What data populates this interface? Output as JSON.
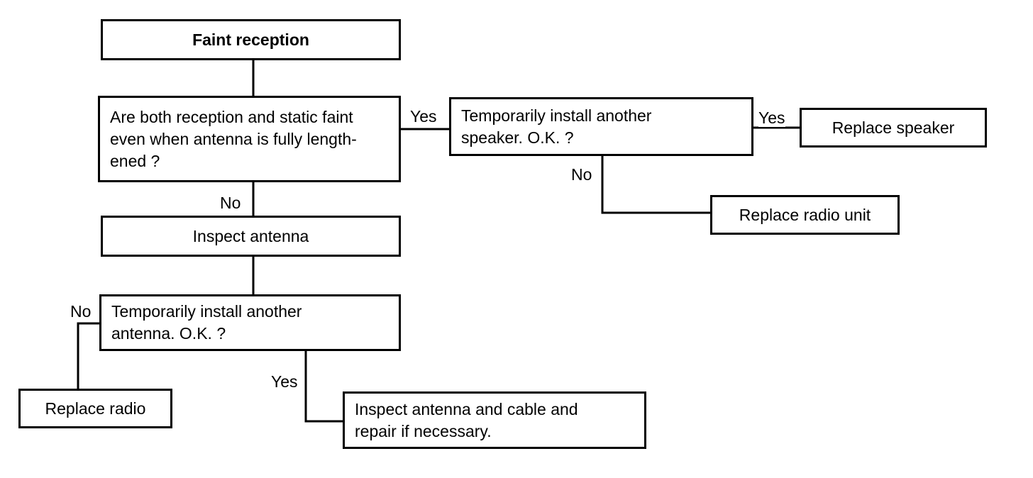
{
  "flowchart": {
    "nodes": {
      "faint_reception": "Faint reception",
      "question_both_faint": "Are both reception and static faint\neven when antenna is fully length-\nened ?",
      "speaker_check": "Temporarily install another\nspeaker. O.K. ?",
      "replace_speaker": "Replace speaker",
      "replace_radio_unit": "Replace radio unit",
      "inspect_antenna": "Inspect antenna",
      "antenna_check": "Temporarily install another\nantenna. O.K. ?",
      "replace_radio": "Replace radio",
      "inspect_cable": "Inspect antenna and cable and\nrepair if necessary."
    },
    "labels": {
      "q_yes": "Yes",
      "q_no": "No",
      "speaker_yes": "Yes",
      "speaker_no": "No",
      "antenna_no": "No",
      "antenna_yes": "Yes"
    }
  }
}
